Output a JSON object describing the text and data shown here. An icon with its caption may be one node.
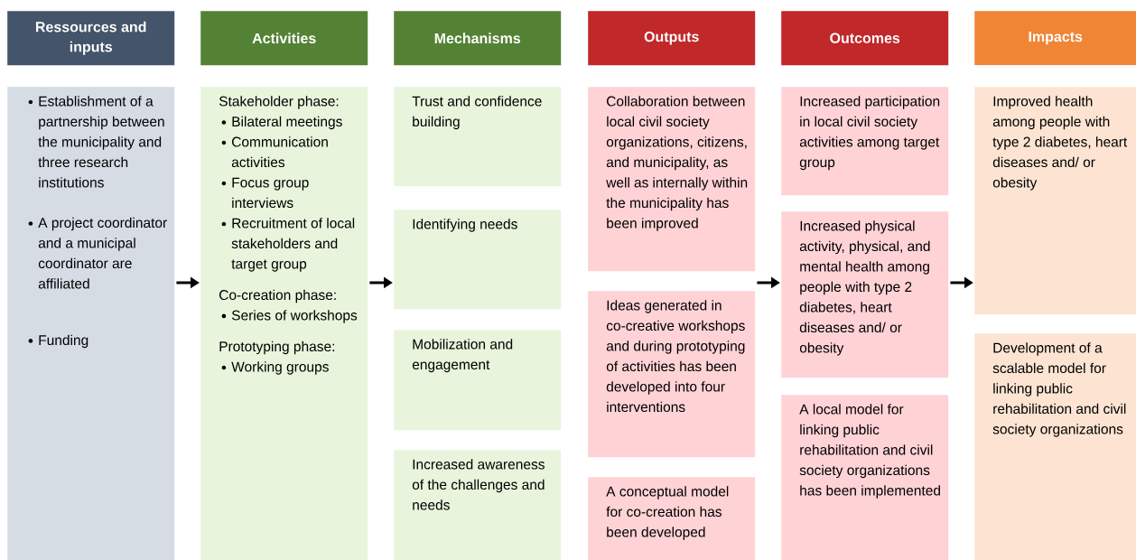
{
  "diagram": {
    "nodes": [
      {
        "text": [
          "Ressources and inputs"
        ]
      },
      {
        "text": [
          "Activities"
        ]
      },
      {
        "text": [
          "Mechanisms"
        ]
      },
      {
        "text": [
          "Outputs"
        ]
      },
      {
        "text": [
          "Outcomes"
        ]
      },
      {
        "text": [
          "Impacts"
        ]
      },
      {
        "text": [
          "Establishment of a partnership between the municipality and three research institutions",
          "A project coordinator and a municipal coordinator are affiliated",
          "Funding"
        ]
      },
      {
        "text": [
          "Stakeholder phase:",
          "Bilateral meetings",
          "Communication activities",
          "Focus group interviews",
          "Recruitment of local stakeholders and target group",
          "Co-creation phase:",
          "Series of workshops",
          "Prototyping phase:",
          "Working groups"
        ]
      },
      {
        "text": [
          "Trust and confidence building"
        ]
      },
      {
        "text": [
          "Identifying needs"
        ]
      },
      {
        "text": [
          "Mobilization and engagement"
        ]
      },
      {
        "text": [
          "Increased awareness of the challenges and needs"
        ]
      },
      {
        "text": [
          "Collaboration between local civil society organizations, citizens, and municipality, as well as internally within the municipality has been improved"
        ]
      },
      {
        "text": [
          "Ideas generated in co-creative workshops and during prototyping of activities has been developed into four interventions"
        ]
      },
      {
        "text": [
          "A conceptual model for co-creation has been developed"
        ]
      },
      {
        "text": [
          "Increased participation in local civil society activities among target group"
        ]
      },
      {
        "text": [
          "Increased physical activity, physical, and mental health among people with type 2 diabetes, heart diseases and/ or obesity"
        ]
      },
      {
        "text": [
          "A local model for linking public rehabilitation and civil society organizations has been implemented"
        ]
      },
      {
        "text": [
          "Improved health among people with type 2 diabetes, heart diseases and/ or obesity"
        ]
      },
      {
        "text": [
          "Development of a scalable model for linking public rehabilitation and civil society organizations"
        ]
      }
    ],
    "edges": [
      {
        "from": 6,
        "to": 7,
        "arrow": "to"
      },
      {
        "from": 7,
        "to": 9,
        "arrow": "to"
      },
      {
        "from": 12,
        "to": 16,
        "arrow": "to"
      },
      {
        "from": 16,
        "to": 18,
        "arrow": "to"
      }
    ]
  }
}
